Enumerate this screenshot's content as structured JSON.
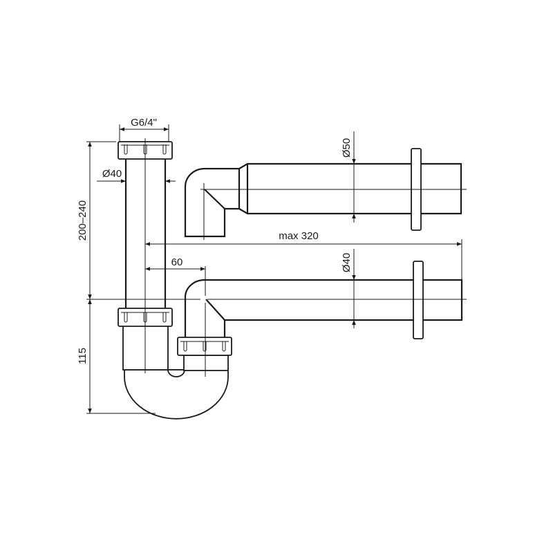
{
  "drawing": {
    "dimensions": {
      "thread": "G6/4\"",
      "inlet_diameter": "Ø40",
      "height_range": "200–240",
      "trap_depth": "115",
      "offset": "60",
      "max_length": "max 320",
      "outlet_diameter_upper": "Ø50",
      "outlet_diameter_lower": "Ø40"
    },
    "line_color": "#1a1a1a",
    "background": "#ffffff"
  }
}
